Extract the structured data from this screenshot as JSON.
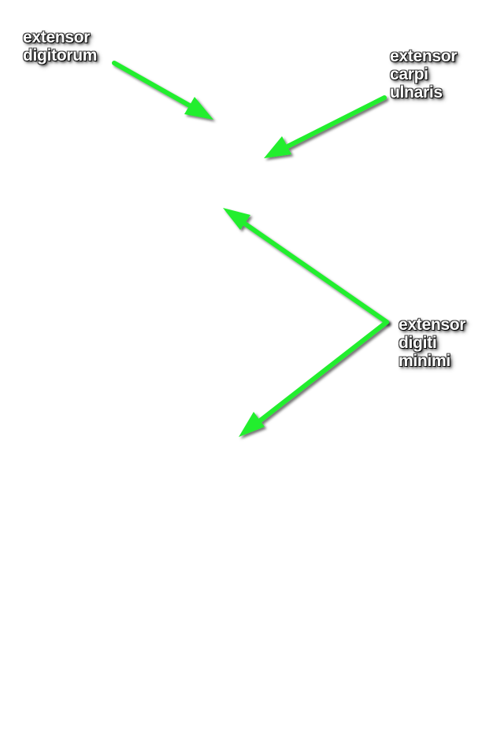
{
  "diagram": {
    "arrow_color": "#22ee2e",
    "label_color": "#ffffff",
    "labels": {
      "extensor_digitorum": [
        "extensor",
        "digitorum"
      ],
      "extensor_carpi_ulnaris": [
        "extensor",
        "carpi",
        "ulnaris"
      ],
      "extensor_digiti_minimi": [
        "extensor",
        "digiti",
        "minimi"
      ]
    }
  }
}
